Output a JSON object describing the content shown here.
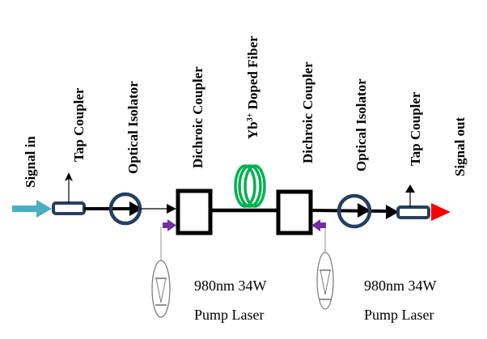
{
  "diagram": {
    "title": "Ytterbium-doped fiber amplifier setup",
    "components": {
      "signal_in": "Signal in",
      "tap_coupler_1": "Tap Coupler",
      "optical_isolator_1": "Optical Isolator",
      "dichroic_coupler_1": "Dichroic Coupler",
      "doped_fiber_prefix": "Yb",
      "doped_fiber_sup": "3+",
      "doped_fiber_suffix": " Doped Fiber",
      "dichroic_coupler_2": "Dichroic Coupler",
      "optical_isolator_2": "Optical Isolator",
      "tap_coupler_2": "Tap Coupler",
      "signal_out": "Signal out"
    },
    "pump_lasers": [
      {
        "line1": "980nm 34W",
        "line2": "Pump Laser"
      },
      {
        "line1": "980nm 34W",
        "line2": "Pump Laser"
      }
    ],
    "colors": {
      "signal_in_arrow": "#4BACC6",
      "signal_out_arrow": "#FF0000",
      "coupler_isolator_outline": "#243F60",
      "pump_arrow": "#7030A0",
      "doped_fiber_coil": "#00B050",
      "fiber_line": "#000000",
      "pump_diode": "#7F7F7F"
    }
  }
}
